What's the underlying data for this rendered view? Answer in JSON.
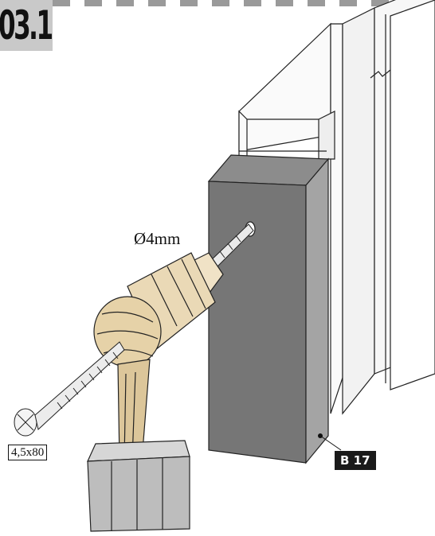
{
  "step": {
    "number": "03.1"
  },
  "labels": {
    "drill_size": "Ø4mm",
    "screw_size": "4,5x80",
    "part_code": "B 17"
  },
  "colors": {
    "block": "#767676",
    "step_box": "#c9c9c9",
    "part_label_bg": "#1a1a1a"
  }
}
